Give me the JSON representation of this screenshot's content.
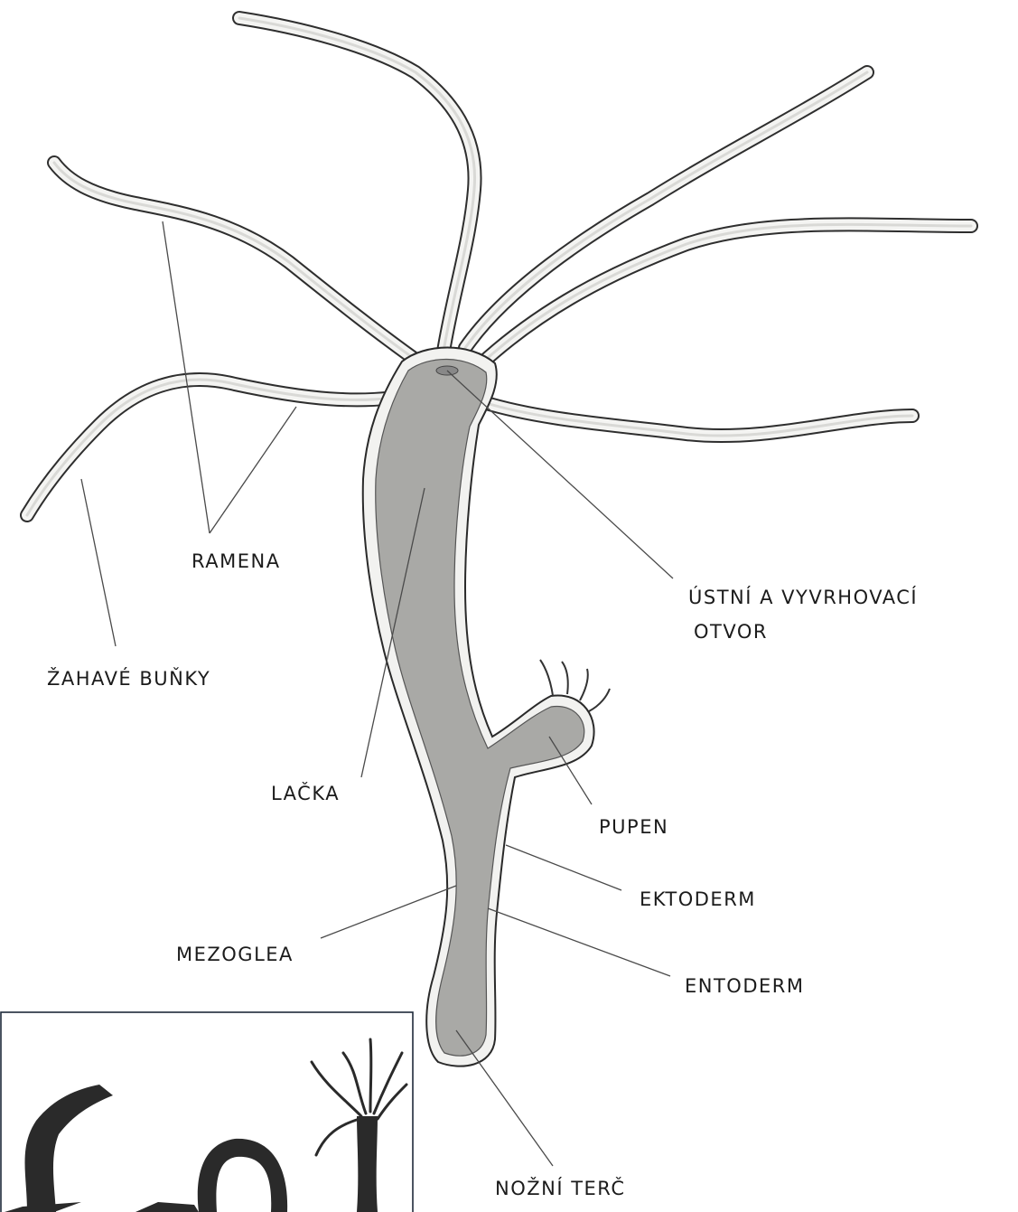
{
  "labels": {
    "ramena": "RAMENA",
    "zahave_bunky": "ŽAHAVÉ BUŇKY",
    "ustni_line1": "ÚSTNÍ A VYVRHOVACÍ",
    "ustni_line2": "OTVOR",
    "lacka": "LAČKA",
    "pupen": "PUPEN",
    "ektoderm": "EKTODERM",
    "mezoglea": "MEZOGLEA",
    "entoderm": "ENTODERM",
    "nozni_terc": "NOŽNÍ TERČ"
  },
  "colors": {
    "background": "#ffffff",
    "body_fill": "#a9a9a6",
    "ectoderm_fill": "#f2f2f0",
    "ink": "#2a2a2a",
    "inset_border": "#1e2a3a"
  }
}
